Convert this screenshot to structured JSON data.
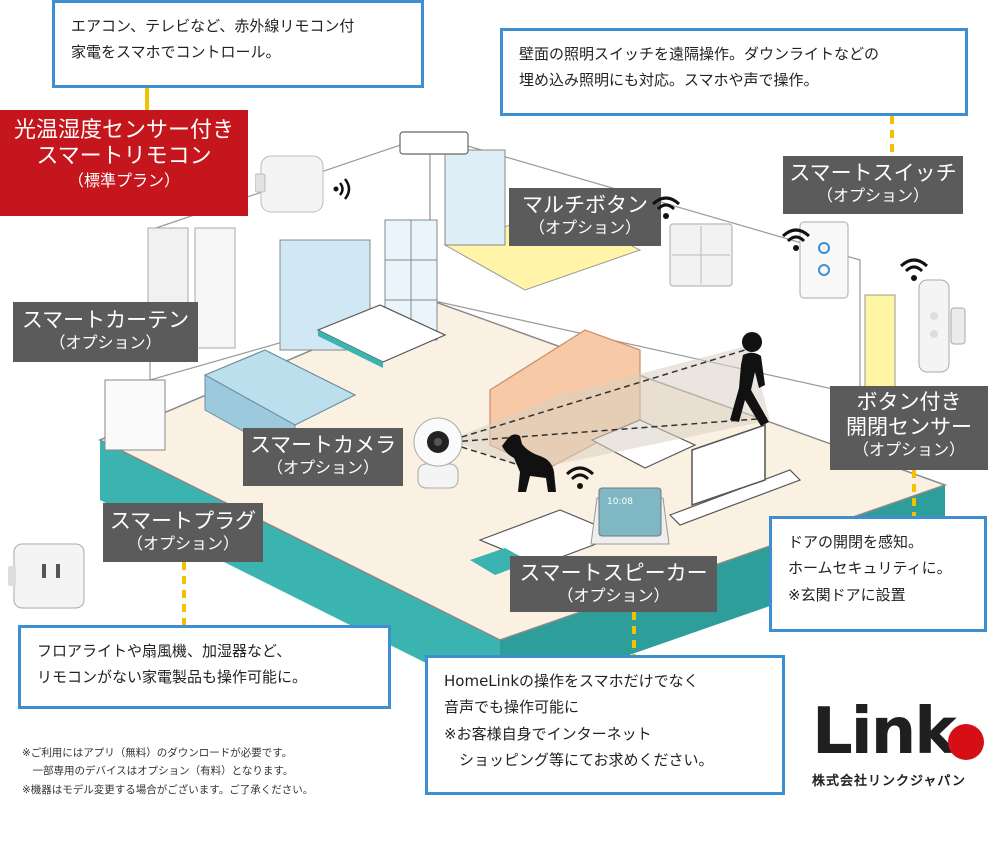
{
  "callouts": {
    "ir_remote": [
      "エアコン、テレビなど、赤外線リモコン付",
      "家電をスマホでコントロール。"
    ],
    "wall_switch": [
      "壁面の照明スイッチを遠隔操作。ダウンライトなどの",
      "埋め込み照明にも対応。スマホや声で操作。"
    ],
    "door_sensor": [
      "ドアの開閉を感知。",
      "ホームセキュリティに。",
      "※玄関ドアに設置"
    ],
    "plug": [
      "フロアライトや扇風機、加湿器など、",
      "リモコンがない家電製品も操作可能に。"
    ],
    "speaker": [
      "HomeLinkの操作をスマホだけでなく",
      "音声でも操作可能に",
      "※お客様自身でインターネット",
      "　ショッピング等にてお求めください。"
    ]
  },
  "labels": {
    "remote": {
      "main1": "光温湿度センサー付き",
      "main2": "スマートリモコン",
      "sub": "（標準プラン）"
    },
    "multi_button": {
      "main": "マルチボタン",
      "sub": "（オプション）"
    },
    "smart_switch": {
      "main": "スマートスイッチ",
      "sub": "（オプション）"
    },
    "curtain": {
      "main": "スマートカーテン",
      "sub": "（オプション）"
    },
    "camera": {
      "main": "スマートカメラ",
      "sub": "（オプション）"
    },
    "door_sensor": {
      "main1": "ボタン付き",
      "main2": "開閉センサー",
      "sub": "（オプション）"
    },
    "plug": {
      "main": "スマートプラグ",
      "sub": "（オプション）"
    },
    "speaker": {
      "main": "スマートスピーカー",
      "sub": "（オプション）"
    }
  },
  "notes": [
    "※ご利用にはアプリ（無料）のダウンロードが必要です。",
    "　一部専用のデバイスはオプション（有料）となります。",
    "※機器はモデル変更する場合がございます。ご了承ください。"
  ],
  "speaker_screen_time": "10:08",
  "logo": {
    "word": "Link",
    "company": "株式会社リンクジャパン"
  },
  "colors": {
    "callout_border": "#3d8fd1",
    "label_gray": "#5b5b5b",
    "label_red": "#c4161c",
    "connector_yellow": "#f2c200",
    "floor_teal": "#3bb3b0",
    "logo_red": "#d60f17"
  },
  "icons": [
    "wifi-icon",
    "ir-signal-icon",
    "smart-remote-icon",
    "multi-button-device-icon",
    "smart-switch-device-icon",
    "door-sensor-device-icon",
    "camera-device-icon",
    "smart-plug-device-icon",
    "smart-speaker-device-icon",
    "child-silhouette-icon",
    "dog-silhouette-icon"
  ]
}
